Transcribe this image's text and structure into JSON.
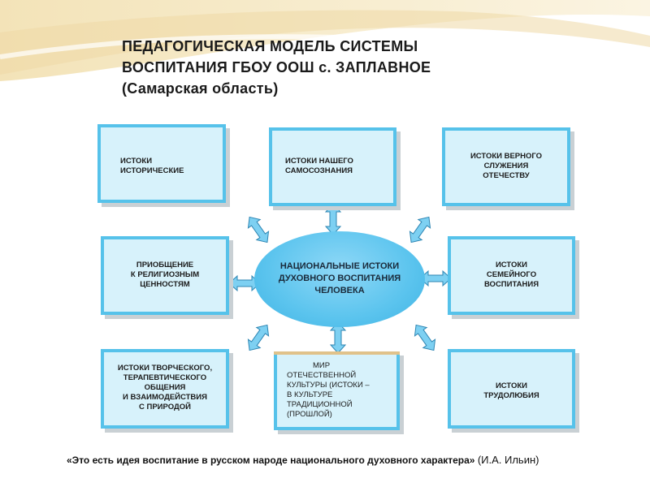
{
  "title": {
    "line1": "ПЕДАГОГИЧЕСКАЯ МОДЕЛЬ СИСТЕМЫ",
    "line2": "ВОСПИТАНИЯ ГБОУ ООШ с. ЗАПЛАВНОЕ",
    "line3": "(Самарская область)"
  },
  "center": {
    "line1": "НАЦИОНАЛЬНЫЕ ИСТОКИ",
    "line2": "ДУХОВНОГО ВОСПИТАНИЯ",
    "line3": "ЧЕЛОВЕКА"
  },
  "boxes": {
    "historical": [
      "ИСТОКИ",
      "ИСТОРИЧЕСКИЕ"
    ],
    "self_awareness": [
      "ИСТОКИ НАШЕГО",
      "САМОСОЗНАНИЯ"
    ],
    "service": [
      "ИСТОКИ ВЕРНОГО",
      "СЛУЖЕНИЯ",
      "ОТЕЧЕСТВУ"
    ],
    "religious": [
      "ПРИОБЩЕНИЕ",
      "К РЕЛИГИОЗНЫМ",
      "ЦЕННОСТЯМ"
    ],
    "family": [
      "ИСТОКИ",
      "СЕМЕЙНОГО",
      "ВОСПИТАНИЯ"
    ],
    "creative": [
      "ИСТОКИ ТВОРЧЕСКОГО,",
      "ТЕРАПЕВТИЧЕСКОГО",
      "ОБЩЕНИЯ",
      "И ВЗАИМОДЕЙСТВИЯ",
      "С ПРИРОДОЙ"
    ],
    "culture": [
      "МИР",
      "ОТЕЧЕСТВЕННОЙ",
      "КУЛЬТУРЫ (ИСТОКИ –",
      "В КУЛЬТУРЕ",
      "ТРАДИЦИОННОЙ",
      "(ПРОШЛОЙ)"
    ],
    "diligence": [
      "ИСТОКИ",
      "ТРУДОЛЮБИЯ"
    ]
  },
  "quote": {
    "text": "«Это есть идея воспитание в русском народе национального духовного характера»",
    "author": "(И.А. Ильин)"
  },
  "colors": {
    "box_fill": "#d7f2fb",
    "box_border": "#56c2ea",
    "ellipse": "#5bc4ee",
    "arrow": "#5bc4ee"
  }
}
